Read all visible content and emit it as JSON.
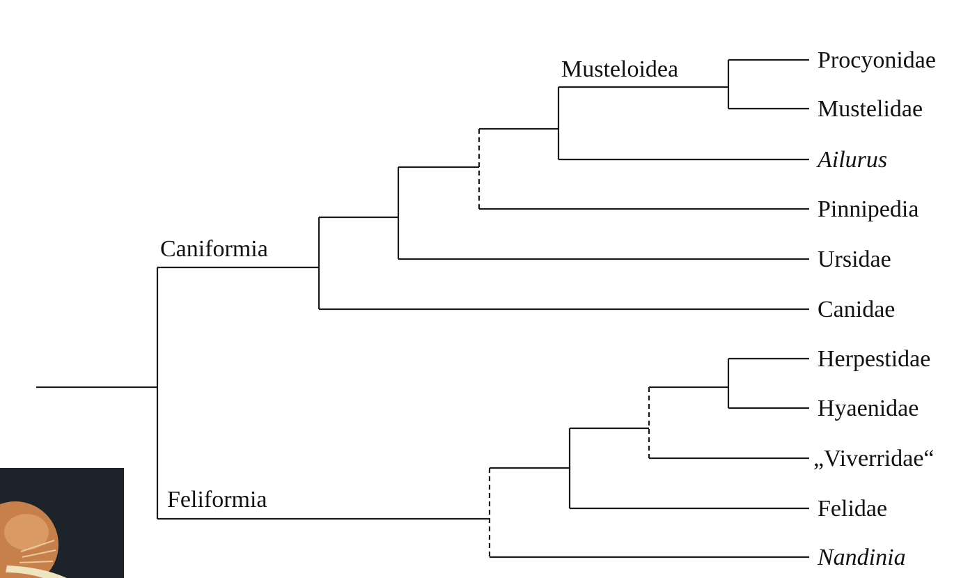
{
  "clades": {
    "caniformia": "Caniformia",
    "feliformia": "Feliformia",
    "musteloidea": "Musteloidea"
  },
  "taxa": {
    "procyonidae": "Procyonidae",
    "mustelidae": "Mustelidae",
    "ailurus": "Ailurus",
    "pinnipedia": "Pinnipedia",
    "ursidae": "Ursidae",
    "canidae": "Canidae",
    "herpestidae": "Herpestidae",
    "hyaenidae": "Hyaenidae",
    "viverridae": "„Viverridae“",
    "felidae": "Felidae",
    "nandinia": "Nandinia"
  },
  "colors": {
    "line": "#1a1a1a",
    "text": "#111111",
    "background": "#ffffff",
    "photo_background": "#1c232b",
    "photo_fur": "#c8804a",
    "photo_tusk": "#efe3c0"
  }
}
